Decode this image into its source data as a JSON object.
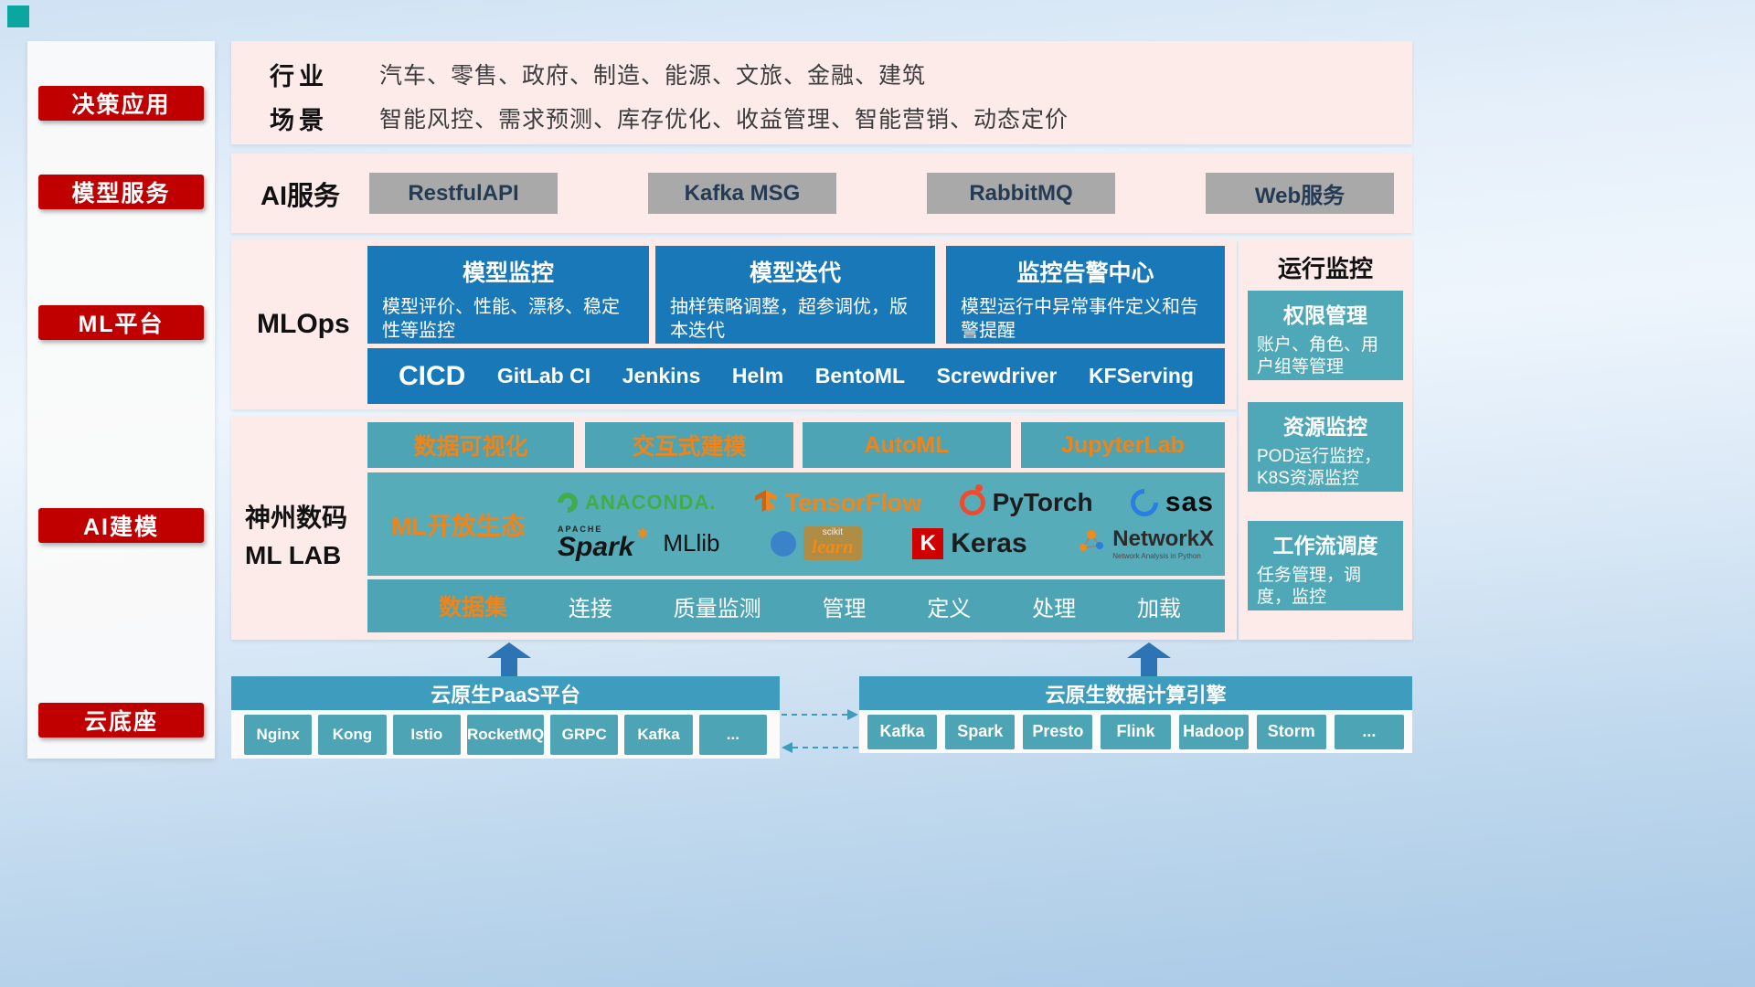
{
  "sidebar": {
    "items": [
      {
        "label": "决策应用"
      },
      {
        "label": "模型服务"
      },
      {
        "label": "ML平台"
      },
      {
        "label": "AI建模"
      },
      {
        "label": "云底座"
      }
    ]
  },
  "industry": {
    "rows": [
      {
        "label": "行业",
        "text": "汽车、零售、政府、制造、能源、文旅、金融、建筑"
      },
      {
        "label": "场景",
        "text": "智能风控、需求预测、库存优化、收益管理、智能营销、动态定价"
      }
    ]
  },
  "ai_service": {
    "label": "AI服务",
    "buttons": [
      "RestfulAPI",
      "Kafka MSG",
      "RabbitMQ",
      "Web服务"
    ]
  },
  "mlops": {
    "label": "MLOps",
    "cards": [
      {
        "title": "模型监控",
        "desc": "模型评价、性能、漂移、稳定性等监控"
      },
      {
        "title": "模型迭代",
        "desc": "抽样策略调整，超参调优，版本迭代"
      },
      {
        "title": "监控告警中心",
        "desc": "模型运行中异常事件定义和告警提醒"
      }
    ],
    "cicd_label": "CICD",
    "cicd_tools": [
      "GitLab CI",
      "Jenkins",
      "Helm",
      "BentoML",
      "Screwdriver",
      "KFServing"
    ]
  },
  "monitoring": {
    "title": "运行监控",
    "cards": [
      {
        "title": "权限管理",
        "desc": "账户、角色、用户组等管理"
      },
      {
        "title": "资源监控",
        "desc": "POD运行监控，K8S资源监控"
      },
      {
        "title": "工作流调度",
        "desc": "任务管理，调度，监控"
      }
    ]
  },
  "mllab": {
    "label_line1": "神州数码",
    "label_line2": "ML LAB",
    "feature_buttons": [
      "数据可视化",
      "交互式建模",
      "AutoML",
      "JupyterLab"
    ],
    "ecosystem_label": "ML开放生态",
    "logos": {
      "anaconda": "ANACONDA.",
      "tensorflow": "TensorFlow",
      "pytorch": "PyTorch",
      "sas": "sas",
      "spark_top": "APACHE",
      "spark": "Spark",
      "mllib": "MLlib",
      "scikit_top": "scikit",
      "scikit": "learn",
      "keras_icon": "K",
      "keras": "Keras",
      "networkx": "NetworkX",
      "networkx_sub": "Network Analysis in Python"
    },
    "dataset_label": "数据集",
    "dataset_items": [
      "连接",
      "质量监测",
      "管理",
      "定义",
      "处理",
      "加载"
    ]
  },
  "foundation": {
    "paas_title": "云原生PaaS平台",
    "paas_items": [
      "Nginx",
      "Kong",
      "Istio",
      "RocketMQ",
      "GRPC",
      "Kafka",
      "..."
    ],
    "engine_title": "云原生数据计算引擎",
    "engine_items": [
      "Kafka",
      "Spark",
      "Presto",
      "Flink",
      "Hadoop",
      "Storm",
      "..."
    ]
  },
  "colors": {
    "badge_red": "#c00000",
    "panel_pink": "#fcebe8",
    "card_blue": "#1878b8",
    "teal": "#4fa8b8",
    "bar_teal": "#3e9cbe",
    "accent_orange": "#f08418",
    "arrow_blue": "#2d74b5"
  }
}
